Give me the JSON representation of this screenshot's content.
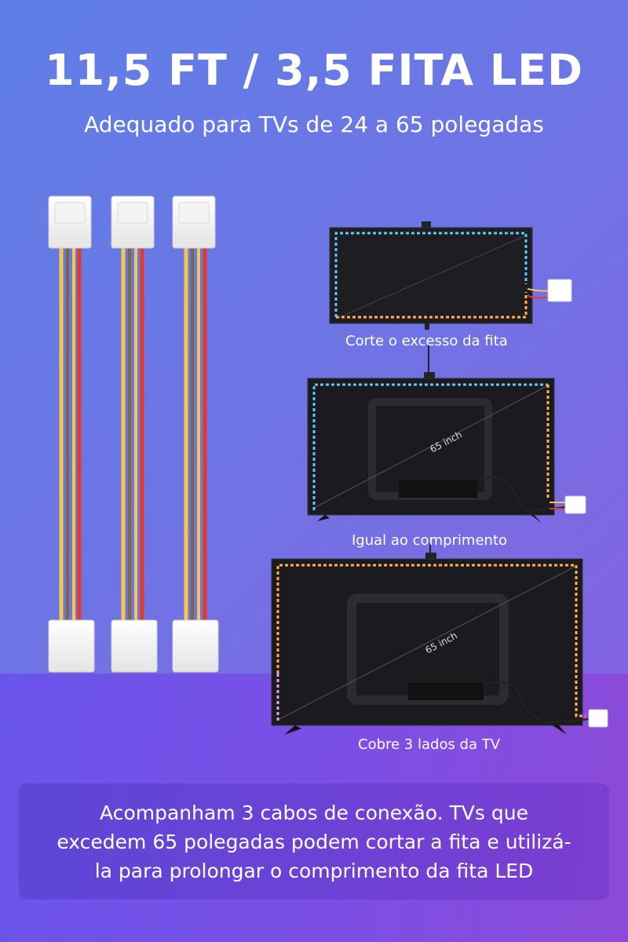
{
  "header": {
    "title": "11,5 FT / 3,5 FITA LED",
    "subtitle": "Adequado para TVs de 24 a 65 polegadas"
  },
  "tvs": [
    {
      "caption": "Corte o excesso da fita"
    },
    {
      "caption": "Igual ao comprimento",
      "size_label": "65 inch"
    },
    {
      "caption": "Cobre 3 lados da TV",
      "size_label": "65 inch"
    }
  ],
  "connector_cables": {
    "count": 3,
    "wire_colors": [
      "#f5c84a",
      "#7a6a3a",
      "#e23a2a"
    ]
  },
  "strip_colors": {
    "blue": "#5bc8ff",
    "orange": "#ffb24a",
    "pink": "#e49cff"
  },
  "footer": {
    "note": "Acompanham 3 cabos de conexão. TVs que excedem 65 polegadas podem cortar a fita e utilizá-la para prolongar o comprimento da fita LED"
  }
}
